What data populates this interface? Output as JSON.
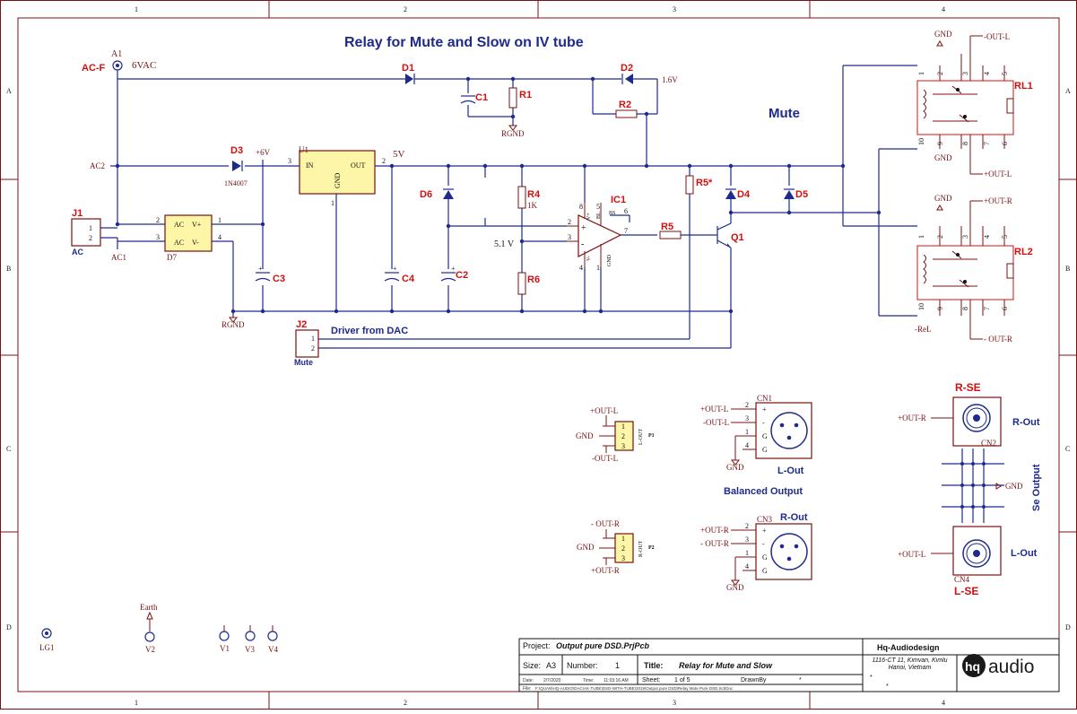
{
  "title": "Relay for Mute and Slow on IV tube",
  "annotations": {
    "mute": "Mute",
    "driver_from_dac": "Driver from DAC",
    "balanced_output": "Balanced Output",
    "se_output": "Se Output"
  },
  "border": {
    "columns": [
      "1",
      "2",
      "3",
      "4"
    ],
    "rows": [
      "A",
      "B",
      "C",
      "D"
    ]
  },
  "components": {
    "A1": {
      "ref": "A1",
      "value": "6VAC",
      "net": "AC-F"
    },
    "D1": {
      "ref": "D1"
    },
    "D2": {
      "ref": "D2",
      "net": "1.6V"
    },
    "C1": {
      "ref": "C1"
    },
    "R1": {
      "ref": "R1"
    },
    "R2": {
      "ref": "R2"
    },
    "D3": {
      "ref": "D3",
      "value": "1N4007",
      "net": "+6V"
    },
    "U1": {
      "ref": "U1",
      "in": "IN",
      "out": "OUT",
      "gnd": "GND",
      "pin_in": "3",
      "pin_out": "2",
      "pin_gnd": "1",
      "net": "5V"
    },
    "D6": {
      "ref": "D6"
    },
    "R4": {
      "ref": "R4",
      "value": "1K"
    },
    "R6": {
      "ref": "R6",
      "voltage": "5.1 V"
    },
    "IC1": {
      "ref": "IC1",
      "pins": [
        "8",
        "5",
        "6",
        "2",
        "3",
        "7",
        "4",
        "1"
      ],
      "labels": [
        "BL",
        "BS",
        "V+",
        "V-",
        "GND"
      ]
    },
    "R5": {
      "ref": "R5"
    },
    "R5s": {
      "ref": "R5*"
    },
    "D4": {
      "ref": "D4"
    },
    "D5": {
      "ref": "D5"
    },
    "Q1": {
      "ref": "Q1"
    },
    "J1": {
      "ref": "J1",
      "name": "AC",
      "pins": [
        "1",
        "2"
      ]
    },
    "D7": {
      "ref": "D7",
      "pins": [
        "2",
        "3",
        "1",
        "4"
      ],
      "labels": [
        "AC",
        "V+",
        "AC",
        "V-"
      ],
      "ac2": "AC2",
      "ac1": "AC1"
    },
    "C3": {
      "ref": "C3"
    },
    "C4": {
      "ref": "C4"
    },
    "C2": {
      "ref": "C2"
    },
    "J2": {
      "ref": "J2",
      "name": "Mute",
      "pins": [
        "1",
        "2"
      ]
    },
    "RL1": {
      "ref": "RL1",
      "pins": [
        "1",
        "2",
        "3",
        "4",
        "5",
        "10",
        "9",
        "8",
        "7",
        "6"
      ],
      "nets": [
        "GND",
        "-OUT-L",
        "GND",
        "+OUT-L"
      ]
    },
    "RL2": {
      "ref": "RL2",
      "pins": [
        "1",
        "2",
        "3",
        "4",
        "5",
        "10",
        "9",
        "8",
        "7",
        "6"
      ],
      "nets": [
        "GND",
        "+OUT-R",
        "-ReL",
        "- OUT-R"
      ]
    },
    "P1": {
      "ref": "P1",
      "name": "L-OUT",
      "pins": [
        "1",
        "2",
        "3"
      ],
      "nets": [
        "+OUT-L",
        "GND",
        "-OUT-L"
      ]
    },
    "P2": {
      "ref": "P2",
      "name": "R-OUT",
      "pins": [
        "1",
        "2",
        "3"
      ],
      "nets": [
        "- OUT-R",
        "GND",
        "+OUT-R"
      ]
    },
    "CN1": {
      "ref": "CN1",
      "name": "L-Out",
      "pins": [
        "2",
        "3",
        "1",
        "4"
      ],
      "nets": [
        "+OUT-L",
        "-OUT-L",
        "GND"
      ],
      "marks": [
        "+",
        "-",
        "G",
        "G"
      ]
    },
    "CN3": {
      "ref": "CN3",
      "name": "R-Out",
      "pins": [
        "2",
        "3",
        "1",
        "4"
      ],
      "nets": [
        "+OUT-R",
        "- OUT-R",
        "GND"
      ],
      "marks": [
        "+",
        "-",
        "G",
        "G"
      ]
    },
    "CN2": {
      "ref": "CN2",
      "name": "R-SE",
      "label": "R-Out",
      "net": "+OUT-R"
    },
    "CN4": {
      "ref": "CN4",
      "name": "L-SE",
      "label": "L-Out",
      "net": "+OUT-L",
      "gnd": "GND"
    }
  },
  "nets": {
    "rgnd": "RGND",
    "gnd": "GND",
    "earth": "Earth"
  },
  "misc": {
    "lg1": "LG1",
    "v1": "V1",
    "v2": "V2",
    "v3": "V3",
    "v4": "V4"
  },
  "title_block": {
    "project_label": "Project:",
    "project": "Output pure DSD.PrjPcb",
    "company": "Hq-Audiodesign",
    "size_label": "Size:",
    "size": "A3",
    "number_label": "Number:",
    "number": "1",
    "title_label": "Title:",
    "title": "Relay for Mute and Slow",
    "date_label": "Date:",
    "date": "2/7/2020",
    "time_label": "Time:",
    "time": "11:03:16 AM",
    "sheet_label": "Sheet:",
    "sheet": "1  of  5",
    "drawn_by": "DrawnBy",
    "star": "*",
    "file_label": "File:",
    "file": "F:\\QUAN\\HQ-AUDIO\\DAC\\AK-TUBE\\DSD-WITH-TUBE\\2019\\Output pure DSD\\Relay Mute Pure DSD.SchDoc",
    "address": "1116-CT 11, Kimvan, Kimlu Hanoi, Vietnam",
    "logo": "audio"
  }
}
